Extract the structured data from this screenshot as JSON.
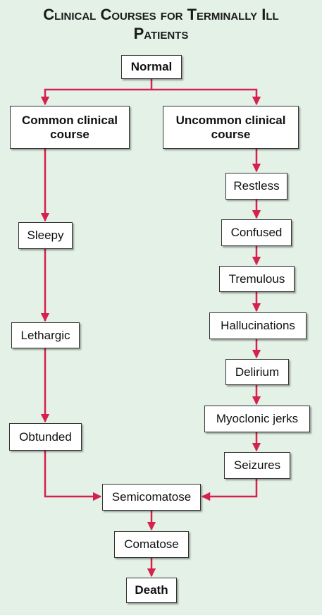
{
  "title": {
    "line1": "Clinical Courses for Terminally Ill",
    "line2": "Patients"
  },
  "colors": {
    "background": "#e3f1e6",
    "connector": "#d6204d",
    "node_fill": "#ffffff",
    "node_border": "#333333"
  },
  "nodes": {
    "normal": "Normal",
    "common": "Common clinical course",
    "uncommon": "Uncommon clinical course",
    "sleepy": "Sleepy",
    "lethargic": "Lethargic",
    "obtunded": "Obtunded",
    "restless": "Restless",
    "confused": "Confused",
    "tremulous": "Tremulous",
    "hallucinations": "Hallucinations",
    "delirium": "Delirium",
    "myoclonic": "Myoclonic jerks",
    "seizures": "Seizures",
    "semicomatose": "Semicomatose",
    "comatose": "Comatose",
    "death": "Death"
  }
}
